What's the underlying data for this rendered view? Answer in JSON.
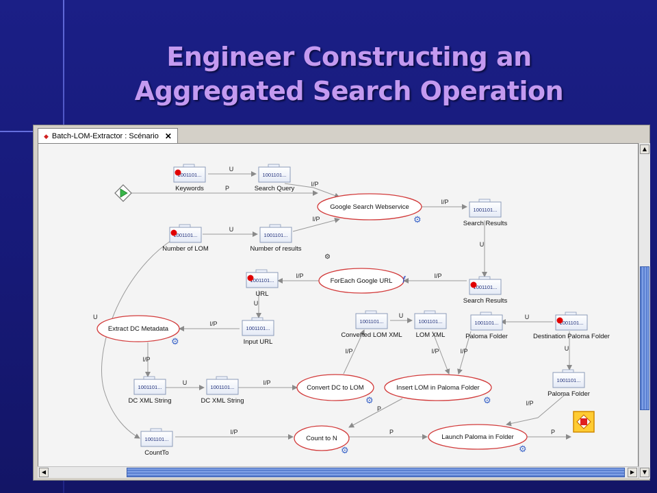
{
  "slide": {
    "title_line1": "Engineer Constructing an",
    "title_line2": "Aggregated Search Operation"
  },
  "window": {
    "tab_label": "Batch-LOM-Extractor : Scénario",
    "close_symbol": "✕"
  },
  "colors": {
    "background": "#1b1f86",
    "title": "#c49af0",
    "operation_border": "#d23a3a",
    "data_dot": "#e00000",
    "edge": "#9a9a9a",
    "scroll_thumb": "#5a7fd0"
  },
  "data_token": "1001101...",
  "data_nodes": [
    {
      "id": "keywords",
      "label": "Keywords",
      "marked": true
    },
    {
      "id": "search-query",
      "label": "Search Query",
      "marked": false
    },
    {
      "id": "number-of-lom",
      "label": "Number of LOM",
      "marked": true
    },
    {
      "id": "number-of-results",
      "label": "Number of results",
      "marked": false
    },
    {
      "id": "search-results-1",
      "label": "Search Results",
      "marked": false
    },
    {
      "id": "search-results-2",
      "label": "Search Results",
      "marked": true
    },
    {
      "id": "url",
      "label": "URL",
      "marked": true
    },
    {
      "id": "input-url",
      "label": "Input URL",
      "marked": false
    },
    {
      "id": "converted-lom-xml",
      "label": "Converted LOM XML",
      "marked": false
    },
    {
      "id": "lom-xml",
      "label": "LOM XML",
      "marked": false
    },
    {
      "id": "paloma-folder-1",
      "label": "Paloma Folder",
      "marked": false
    },
    {
      "id": "destination-paloma-folder",
      "label": "Destination Paloma Folder",
      "marked": true
    },
    {
      "id": "dc-xml-string-1",
      "label": "DC XML String",
      "marked": false
    },
    {
      "id": "dc-xml-string-2",
      "label": "DC XML String",
      "marked": false
    },
    {
      "id": "paloma-folder-2",
      "label": "Paloma Folder",
      "marked": false
    },
    {
      "id": "countto",
      "label": "CountTo",
      "marked": false
    }
  ],
  "operations": [
    {
      "id": "google-search-webservice",
      "label": "Google Search Webservice"
    },
    {
      "id": "foreach-google-url",
      "label": "ForEach Google URL"
    },
    {
      "id": "extract-dc-metadata",
      "label": "Extract DC Metadata"
    },
    {
      "id": "convert-dc-to-lom",
      "label": "Convert DC to LOM"
    },
    {
      "id": "insert-lom-in-paloma-folder",
      "label": "Insert LOM in Paloma Folder"
    },
    {
      "id": "count-to-n",
      "label": "Count to N"
    },
    {
      "id": "launch-paloma-in-folder",
      "label": "Launch Paloma in Folder"
    }
  ],
  "edge_labels": {
    "u": "U",
    "p": "P",
    "ip": "I/P"
  }
}
